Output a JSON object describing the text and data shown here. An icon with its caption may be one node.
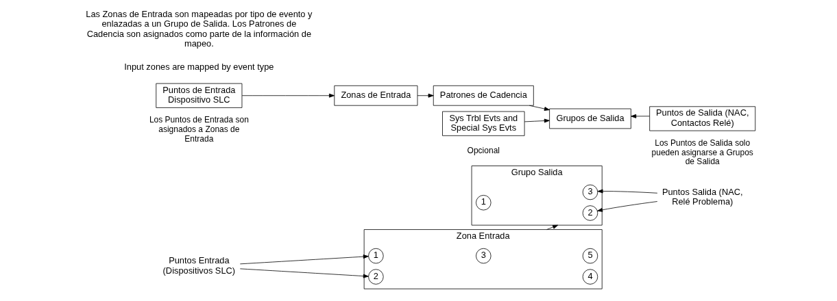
{
  "diagram": {
    "nodes": [
      {
        "text": [
          "Zona Entrada"
        ]
      },
      {
        "text": [
          "1"
        ],
        "in": 0
      },
      {
        "text": [
          "4"
        ],
        "in": 0
      },
      {
        "text": [
          "3"
        ],
        "in": 0
      },
      {
        "text": [
          "2"
        ],
        "in": 0
      },
      {
        "text": [
          "5"
        ],
        "in": 0
      },
      {
        "text": [
          "Grupo Salida"
        ]
      },
      {
        "text": [
          "1"
        ],
        "in": 6
      },
      {
        "text": [
          "2"
        ],
        "in": 6
      },
      {
        "text": [
          "3"
        ],
        "in": 6
      },
      {
        "text": [
          "Puntos Entrada (Dispositivos SLC)"
        ]
      },
      {
        "text": [
          "Puntos Salida (NAC, Relé Problema)"
        ]
      },
      {
        "text": [
          "Puntos de Entrada Dispositivo SLC"
        ],
        "beside": [
          "Los Puntos de Entrada son asignados a Zonas de Entrada"
        ]
      },
      {
        "text": [
          "Zonas de Entrada"
        ]
      },
      {
        "text": [
          "Patrones de Cadencia"
        ]
      },
      {
        "text": [
          "Grupos de Salida"
        ]
      },
      {
        "text": [
          "Puntos de Salida (NAC, Contactos Relé)"
        ],
        "beside": [
          "Los Puntos de Salida solo pueden asignarse a Grupos de Salida"
        ]
      },
      {
        "text": [
          "Sys Trbl Evts and Special Sys Evts"
        ],
        "beside": [
          "Opcional"
        ]
      }
    ],
    "edges": [
      {
        "from": 10,
        "to": 1,
        "arrow": "to"
      },
      {
        "from": 10,
        "to": 4,
        "arrow": "to"
      },
      {
        "from": 0,
        "to": 6,
        "arrow": "to"
      },
      {
        "from": 11,
        "to": 8,
        "arrow": "to"
      },
      {
        "from": 11,
        "to": 9,
        "arrow": "to"
      },
      {
        "from": 12,
        "to": 13,
        "arrow": "to"
      },
      {
        "from": 13,
        "to": 14,
        "arrow": "to"
      },
      {
        "from": 14,
        "to": 15,
        "arrow": "to"
      },
      {
        "from": 17,
        "to": 15,
        "arrow": "to"
      },
      {
        "from": 16,
        "to": 15,
        "arrow": "to"
      }
    ],
    "labels": [
      "Input zones are mapped by event type",
      "Las Zonas de Entrada son mapeadas por tipo de evento y enlazadas a un Grupo de Salida. Los Patrones de Cadencia son asignados como parte de la información de mapeo."
    ]
  }
}
